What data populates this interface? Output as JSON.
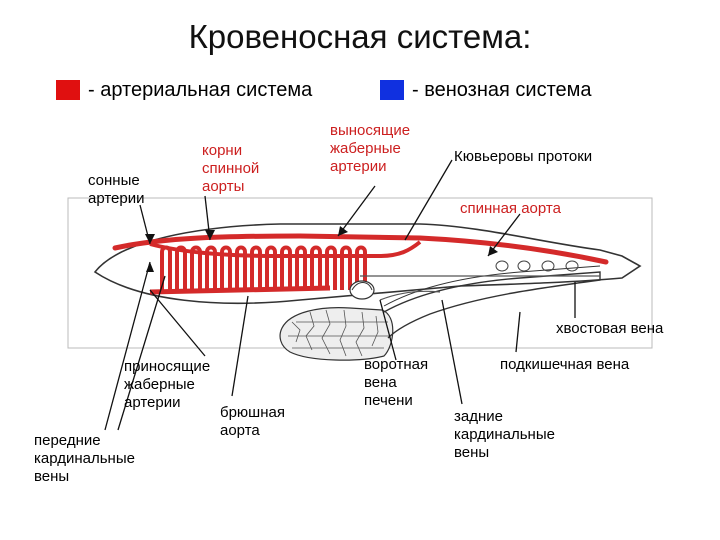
{
  "title": "Кровеносная система:",
  "legend": [
    {
      "text": "- артериальная система",
      "color": "#e01010"
    },
    {
      "text": "- венозная система",
      "color": "#1030e0"
    }
  ],
  "labels": {
    "carotid": "сонные\nартерии",
    "dorsal_roots": "корни\nспинной\nаорты",
    "efferent": "выносящие\nжаберные\nартерии",
    "cuvier": "Кювьеровы протоки",
    "dorsal_aorta": "спинная аорта",
    "caudal_vein": "хвостовая вена",
    "afferent": "приносящие\nжаберные\nартерии",
    "ventral_aorta": "брюшная\nаорта",
    "portal": "воротная\nвена\nпечени",
    "subintestinal": "подкишечная вена",
    "anterior_cardinal": "передние\nкардинальные\nвены",
    "posterior_cardinal": "задние\nкардинальные\nвены"
  },
  "colors": {
    "artery": "#d42a2a",
    "outline": "#222222"
  }
}
